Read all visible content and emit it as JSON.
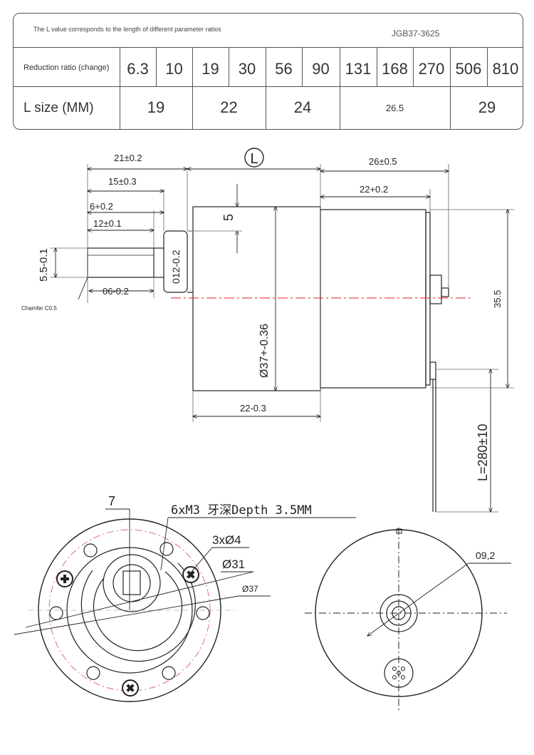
{
  "spec_table": {
    "title": "The L value corresponds to the length of different parameter ratios",
    "model": "JGB37-3625",
    "row1_label": "Reduction ratio (change)",
    "row2_label": "L size (MM)",
    "ratios": [
      "6.3",
      "10",
      "19",
      "30",
      "56",
      "90",
      "131",
      "168",
      "270",
      "506",
      "810"
    ],
    "l_sizes": [
      "19",
      "22",
      "24",
      "26.5",
      "29"
    ]
  },
  "side_view": {
    "dim_21": "21±0.2",
    "dim_15": "15±0.3",
    "dim_6": "6+0.2",
    "dim_12": "12±0.1",
    "dim_5_5": "5.5-0.1",
    "dim_d6": "06-0.2",
    "chamfer": "Chamfer C0.5",
    "dim_d12": "012-0.2",
    "dim_5": "5",
    "mark_L": "L",
    "dim_d37": "Ø37+-0.36",
    "dim_22_bottom": "22-0.3",
    "dim_26": "26±0.5",
    "dim_22_top": "22+0.2",
    "dim_35_5": "35.5",
    "lead_length": "L=280±10"
  },
  "front_view": {
    "dim_7": "7",
    "thread": "6xM3 牙深Depth  3.5MM",
    "holes": "3xØ4",
    "pcd_31": "Ø31",
    "d37": "Ø37"
  },
  "rear_view": {
    "d9_2": "09,2"
  },
  "colors": {
    "line": "#222222",
    "centerline": "#e02020",
    "circle_dash": "#e07070"
  }
}
